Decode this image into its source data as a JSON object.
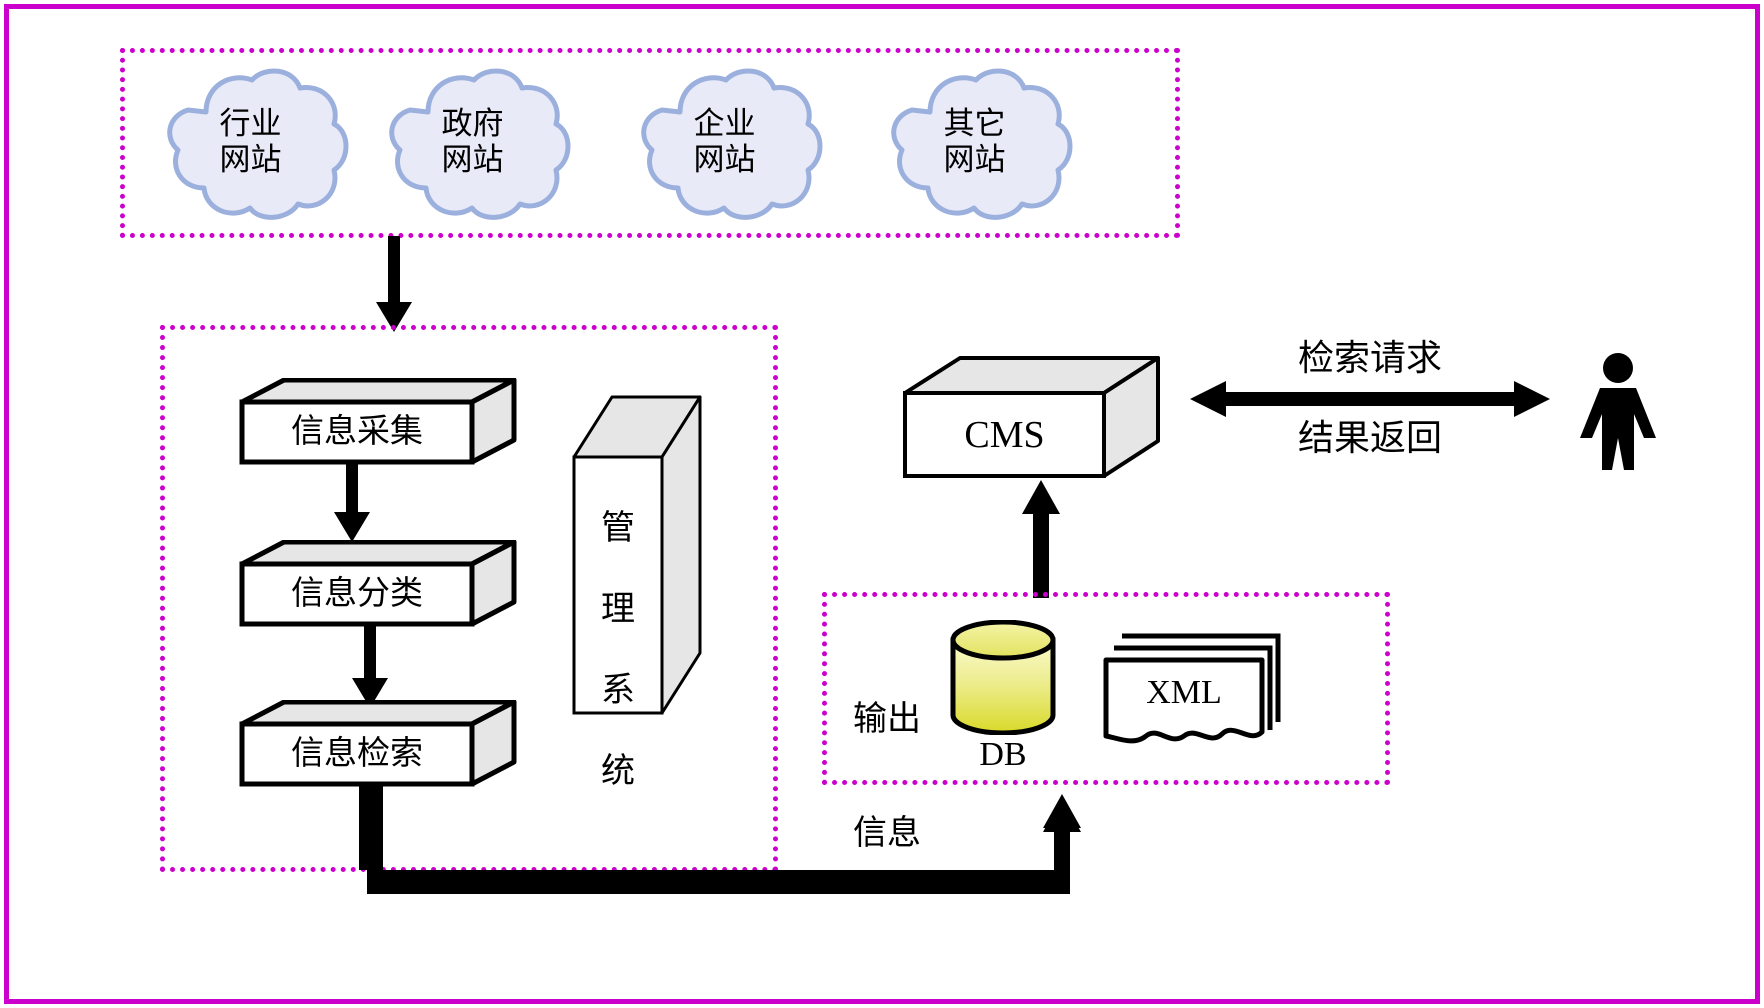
{
  "diagram": {
    "title_colors": {
      "frame": "#CC00CC",
      "dotted": "#CC00CC",
      "cloud_stroke": "#9CB0DE",
      "cloud_fill": "#E8EAF8",
      "box_face": "#FFFFFF",
      "box_shade": "#E6E6E6",
      "db_top": "#F2F29A",
      "db_bottom": "#D8D820",
      "line": "#000000"
    },
    "sources_group": {
      "name": "external-websites-group",
      "clouds": [
        {
          "id": "cloud-industry",
          "line1": "行业",
          "line2": "网站"
        },
        {
          "id": "cloud-government",
          "line1": "政府",
          "line2": "网站"
        },
        {
          "id": "cloud-enterprise",
          "line1": "企业",
          "line2": "网站"
        },
        {
          "id": "cloud-other",
          "line1": "其它",
          "line2": "网站"
        }
      ]
    },
    "processing_group": {
      "name": "processing-group",
      "stages": [
        {
          "id": "stage-collect",
          "label": "信息采集"
        },
        {
          "id": "stage-classify",
          "label": "信息分类"
        },
        {
          "id": "stage-retrieve",
          "label": "信息检索"
        }
      ],
      "management_box": {
        "id": "management-system",
        "label": "管\n理\n系\n统",
        "chars": [
          "管",
          "理",
          "系",
          "统"
        ]
      }
    },
    "cms": {
      "id": "cms-box",
      "label": "CMS"
    },
    "output_group": {
      "name": "output-information-group",
      "group_label": "输出\n信息",
      "group_label_line1": "输出",
      "group_label_line2": "信息",
      "database": {
        "id": "database-cylinder",
        "label": "DB"
      },
      "xml": {
        "id": "xml-documents",
        "label": "XML"
      }
    },
    "user_channel": {
      "request_label": "检索请求",
      "response_label": "结果返回",
      "user": {
        "id": "end-user",
        "label": ""
      }
    }
  }
}
